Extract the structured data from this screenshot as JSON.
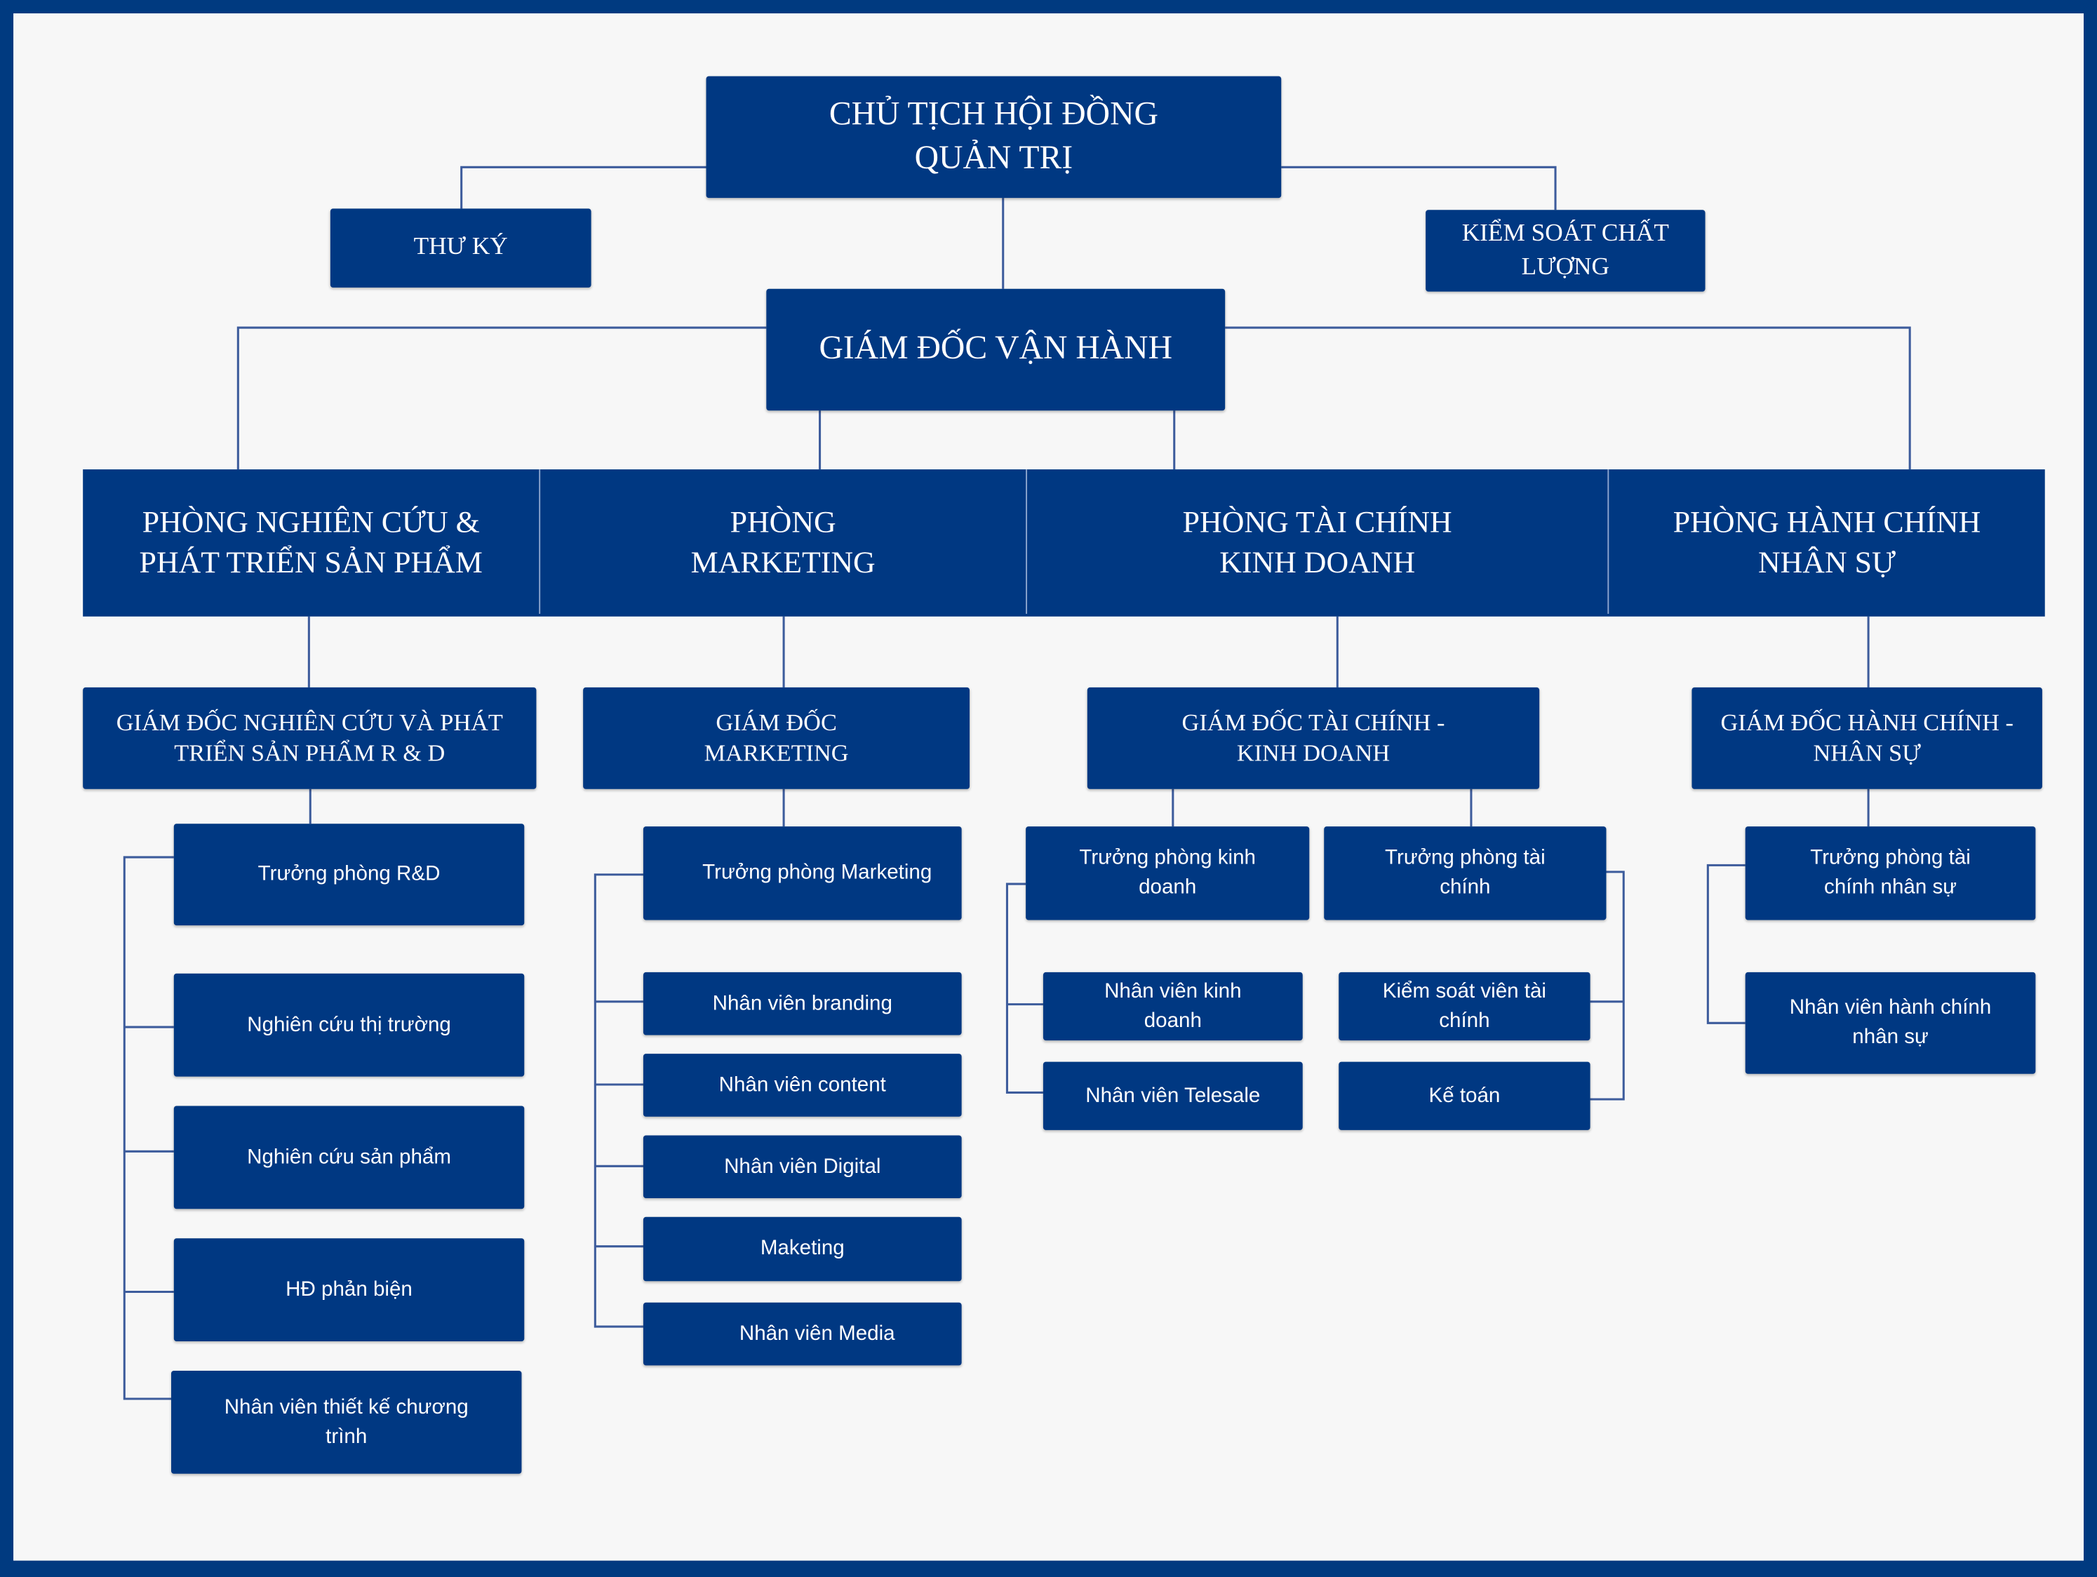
{
  "colors": {
    "frame": "#003a80",
    "box": "#003882",
    "background": "#f7f7f7",
    "connector": "#3d5c9c"
  },
  "top": {
    "chairman": "CHỦ TỊCH HỘI ĐỒNG QUẢN TRỊ",
    "secretary": "THƯ KÝ",
    "quality_control": "KIỂM SOÁT CHẤT LƯỢNG",
    "coo": "GIÁM ĐỐC VẬN HÀNH"
  },
  "departments": [
    {
      "name": "PHÒNG NGHIÊN CỨU & PHÁT TRIỂN SẢN PHẨM",
      "director": "GIÁM ĐỐC NGHIÊN CỨU VÀ PHÁT TRIỂN SẢN PHẨM R & D"
    },
    {
      "name": "PHÒNG MARKETING",
      "director": "GIÁM ĐỐC MARKETING"
    },
    {
      "name": "PHÒNG TÀI CHÍNH KINH DOANH",
      "director": "GIÁM ĐỐC TÀI CHÍNH - KINH DOANH"
    },
    {
      "name": "PHÒNG HÀNH CHÍNH NHÂN SỰ",
      "director": "GIÁM ĐỐC HÀNH CHÍNH - NHÂN SỰ"
    }
  ],
  "rd_staff": [
    "Trưởng phòng R&D",
    "Nghiên cứu thị trường",
    "Nghiên cứu sản phẩm",
    "HĐ phản biện",
    "Nhân viên thiết kế chương trình"
  ],
  "marketing_staff": [
    "Trưởng phòng Marketing",
    "Nhân viên branding",
    "Nhân viên content",
    "Nhân viên Digital",
    "Maketing",
    "Nhân viên Media"
  ],
  "finance_staff": {
    "sales_head": "Trưởng phòng kinh doanh",
    "finance_head": "Trưởng phòng tài chính",
    "sales_staff": "Nhân viên kinh doanh",
    "telesale": "Nhân viên Telesale",
    "finance_controller": "Kiểm soát viên tài chính",
    "accountant": "Kế toán"
  },
  "hr_staff": [
    "Trưởng phòng tài chính nhân sự",
    "Nhân viên hành chính nhân sự"
  ]
}
